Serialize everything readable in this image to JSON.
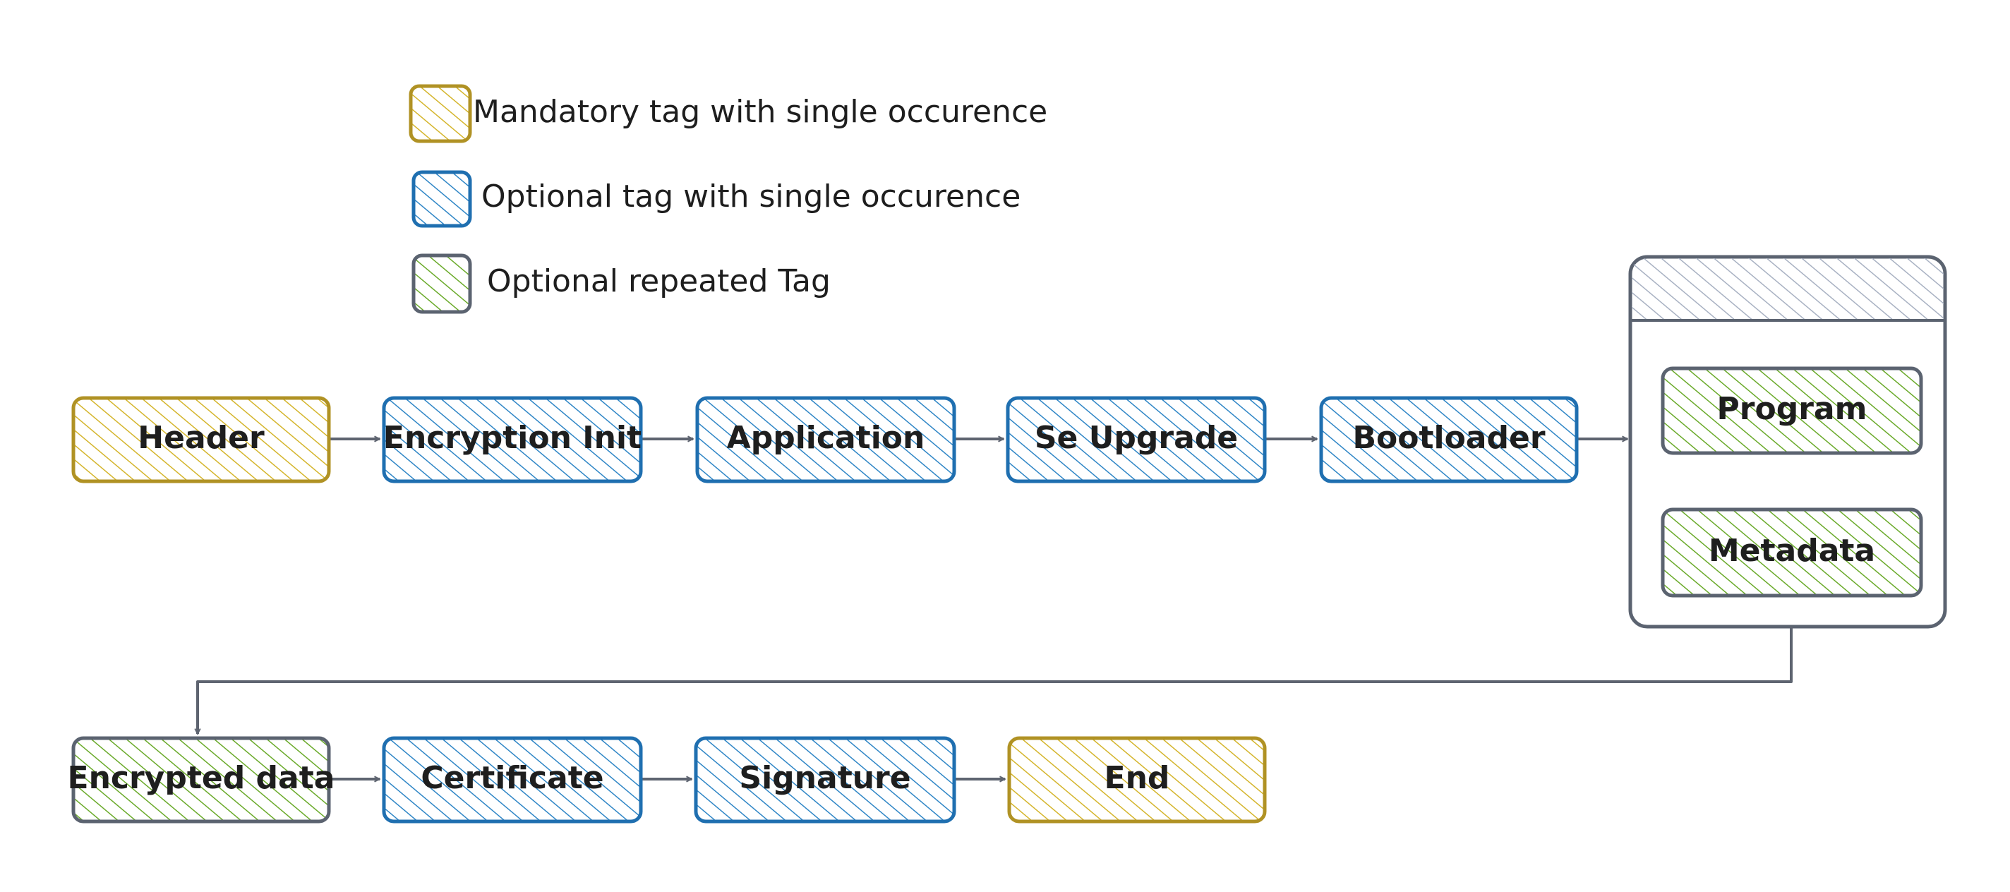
{
  "colors": {
    "mandatory_fill": "#d4b52c",
    "mandatory_stroke": "#b09224",
    "optional_fill": "#2f86c6",
    "optional_stroke": "#1f6fb0",
    "repeated_fill": "#6aaa2a",
    "repeated_stroke": "#5b6370",
    "group_hatch": "#a8b1c2",
    "group_stroke": "#5b6370",
    "arrow": "#5e6470"
  },
  "legend": [
    {
      "id": "mandatory",
      "label": "Mandatory tag with single occurence",
      "kind": "mandatory"
    },
    {
      "id": "optional",
      "label": "Optional tag with single occurence",
      "kind": "optional"
    },
    {
      "id": "repeated",
      "label": "Optional repeated Tag",
      "kind": "repeated"
    }
  ],
  "nodes": [
    {
      "id": "header",
      "label": "Header",
      "kind": "mandatory"
    },
    {
      "id": "encryption-init",
      "label": "Encryption Init",
      "kind": "optional"
    },
    {
      "id": "application",
      "label": "Application",
      "kind": "optional"
    },
    {
      "id": "se-upgrade",
      "label": "Se Upgrade",
      "kind": "optional"
    },
    {
      "id": "bootloader",
      "label": "Bootloader",
      "kind": "optional"
    },
    {
      "id": "program",
      "label": "Program",
      "kind": "repeated"
    },
    {
      "id": "metadata",
      "label": "Metadata",
      "kind": "repeated"
    },
    {
      "id": "encrypted-data",
      "label": "Encrypted data",
      "kind": "repeated"
    },
    {
      "id": "certificate",
      "label": "Certificate",
      "kind": "optional"
    },
    {
      "id": "signature",
      "label": "Signature",
      "kind": "optional"
    },
    {
      "id": "end",
      "label": "End",
      "kind": "mandatory"
    }
  ],
  "groups": [
    {
      "id": "repeated-group",
      "members": [
        "program",
        "metadata"
      ]
    }
  ],
  "edges": [
    {
      "from": "header",
      "to": "encryption-init"
    },
    {
      "from": "encryption-init",
      "to": "application"
    },
    {
      "from": "application",
      "to": "se-upgrade"
    },
    {
      "from": "se-upgrade",
      "to": "bootloader"
    },
    {
      "from": "bootloader",
      "to": "repeated-group"
    },
    {
      "from": "repeated-group",
      "to": "encrypted-data"
    },
    {
      "from": "encrypted-data",
      "to": "certificate"
    },
    {
      "from": "certificate",
      "to": "signature"
    },
    {
      "from": "signature",
      "to": "end"
    }
  ]
}
